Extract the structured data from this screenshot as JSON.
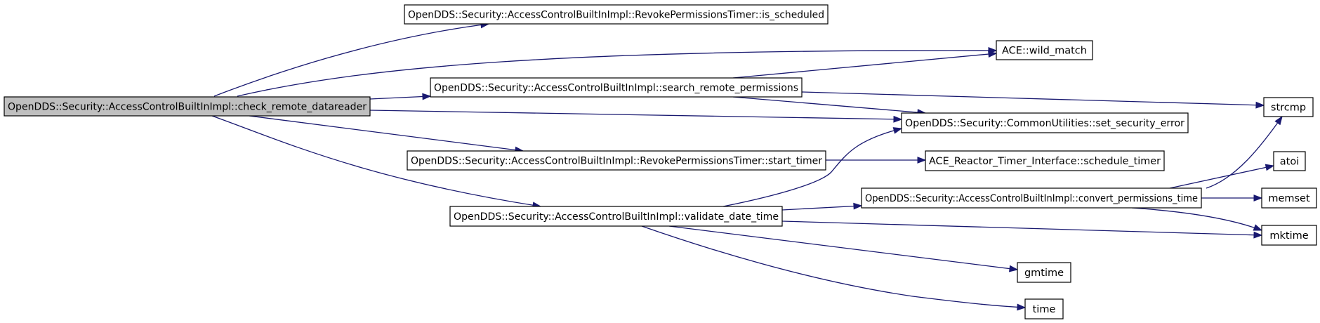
{
  "diagram": {
    "type": "call-graph",
    "colors": {
      "root_fill": "#bfbfbf",
      "node_fill": "#ffffff",
      "border": "#000000",
      "edge": "#191970"
    },
    "nodes": [
      {
        "id": "check_remote_datareader",
        "label": "OpenDDS::Security::AccessControlBuiltInImpl::check_remote_datareader",
        "root": true
      },
      {
        "id": "is_scheduled",
        "label": "OpenDDS::Security::AccessControlBuiltInImpl::RevokePermissionsTimer::is_scheduled"
      },
      {
        "id": "wild_match",
        "label": "ACE::wild_match"
      },
      {
        "id": "search_remote_permissions",
        "label": "OpenDDS::Security::AccessControlBuiltInImpl::search_remote_permissions"
      },
      {
        "id": "strcmp",
        "label": "strcmp"
      },
      {
        "id": "set_security_error",
        "label": "OpenDDS::Security::CommonUtilities::set_security_error"
      },
      {
        "id": "start_timer",
        "label": "OpenDDS::Security::AccessControlBuiltInImpl::RevokePermissionsTimer::start_timer"
      },
      {
        "id": "schedule_timer",
        "label": "ACE_Reactor_Timer_Interface::schedule_timer"
      },
      {
        "id": "atoi",
        "label": "atoi"
      },
      {
        "id": "convert_permissions_time",
        "label": "OpenDDS::Security::AccessControlBuiltInImpl::convert_permissions_time"
      },
      {
        "id": "memset",
        "label": "memset"
      },
      {
        "id": "validate_date_time",
        "label": "OpenDDS::Security::AccessControlBuiltInImpl::validate_date_time"
      },
      {
        "id": "mktime",
        "label": "mktime"
      },
      {
        "id": "gmtime",
        "label": "gmtime"
      },
      {
        "id": "time",
        "label": "time"
      }
    ],
    "edges": [
      {
        "from": "check_remote_datareader",
        "to": "is_scheduled"
      },
      {
        "from": "check_remote_datareader",
        "to": "wild_match"
      },
      {
        "from": "check_remote_datareader",
        "to": "search_remote_permissions"
      },
      {
        "from": "check_remote_datareader",
        "to": "set_security_error"
      },
      {
        "from": "check_remote_datareader",
        "to": "start_timer"
      },
      {
        "from": "check_remote_datareader",
        "to": "validate_date_time"
      },
      {
        "from": "search_remote_permissions",
        "to": "wild_match"
      },
      {
        "from": "search_remote_permissions",
        "to": "strcmp"
      },
      {
        "from": "search_remote_permissions",
        "to": "set_security_error"
      },
      {
        "from": "start_timer",
        "to": "schedule_timer"
      },
      {
        "from": "validate_date_time",
        "to": "set_security_error"
      },
      {
        "from": "validate_date_time",
        "to": "convert_permissions_time"
      },
      {
        "from": "validate_date_time",
        "to": "mktime"
      },
      {
        "from": "validate_date_time",
        "to": "gmtime"
      },
      {
        "from": "validate_date_time",
        "to": "time"
      },
      {
        "from": "convert_permissions_time",
        "to": "strcmp"
      },
      {
        "from": "convert_permissions_time",
        "to": "atoi"
      },
      {
        "from": "convert_permissions_time",
        "to": "memset"
      },
      {
        "from": "convert_permissions_time",
        "to": "mktime"
      }
    ]
  }
}
